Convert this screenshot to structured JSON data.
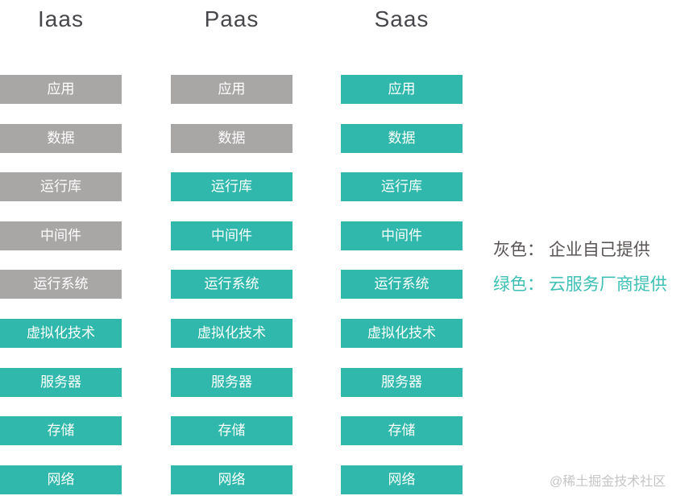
{
  "colors": {
    "background": "#ffffff",
    "teal": "#2fb8ab",
    "gray": "#a9a6a6",
    "header_text": "#47474b",
    "box_text": "#ffffff",
    "legend_gray": "#5a5555",
    "legend_teal": "#3fc0b4",
    "watermark": "#c6c4c4"
  },
  "columns": [
    {
      "id": "iaas",
      "title": "Iaas",
      "rows": [
        {
          "label": "应用",
          "provider": "self"
        },
        {
          "label": "数据",
          "provider": "self"
        },
        {
          "label": "运行库",
          "provider": "self"
        },
        {
          "label": "中间件",
          "provider": "self"
        },
        {
          "label": "运行系统",
          "provider": "self"
        },
        {
          "label": "虚拟化技术",
          "provider": "cloud"
        },
        {
          "label": "服务器",
          "provider": "cloud"
        },
        {
          "label": "存储",
          "provider": "cloud"
        },
        {
          "label": "网络",
          "provider": "cloud"
        }
      ]
    },
    {
      "id": "paas",
      "title": "Paas",
      "rows": [
        {
          "label": "应用",
          "provider": "self"
        },
        {
          "label": "数据",
          "provider": "self"
        },
        {
          "label": "运行库",
          "provider": "cloud"
        },
        {
          "label": "中间件",
          "provider": "cloud"
        },
        {
          "label": "运行系统",
          "provider": "cloud"
        },
        {
          "label": "虚拟化技术",
          "provider": "cloud"
        },
        {
          "label": "服务器",
          "provider": "cloud"
        },
        {
          "label": "存储",
          "provider": "cloud"
        },
        {
          "label": "网络",
          "provider": "cloud"
        }
      ]
    },
    {
      "id": "saas",
      "title": "Saas",
      "rows": [
        {
          "label": "应用",
          "provider": "cloud"
        },
        {
          "label": "数据",
          "provider": "cloud"
        },
        {
          "label": "运行库",
          "provider": "cloud"
        },
        {
          "label": "中间件",
          "provider": "cloud"
        },
        {
          "label": "运行系统",
          "provider": "cloud"
        },
        {
          "label": "虚拟化技术",
          "provider": "cloud"
        },
        {
          "label": "服务器",
          "provider": "cloud"
        },
        {
          "label": "存储",
          "provider": "cloud"
        },
        {
          "label": "网络",
          "provider": "cloud"
        }
      ]
    }
  ],
  "legend": {
    "gray_line": "灰色： 企业自己提供",
    "green_line": "绿色： 云服务厂商提供"
  },
  "watermark": "@稀土掘金技术社区"
}
